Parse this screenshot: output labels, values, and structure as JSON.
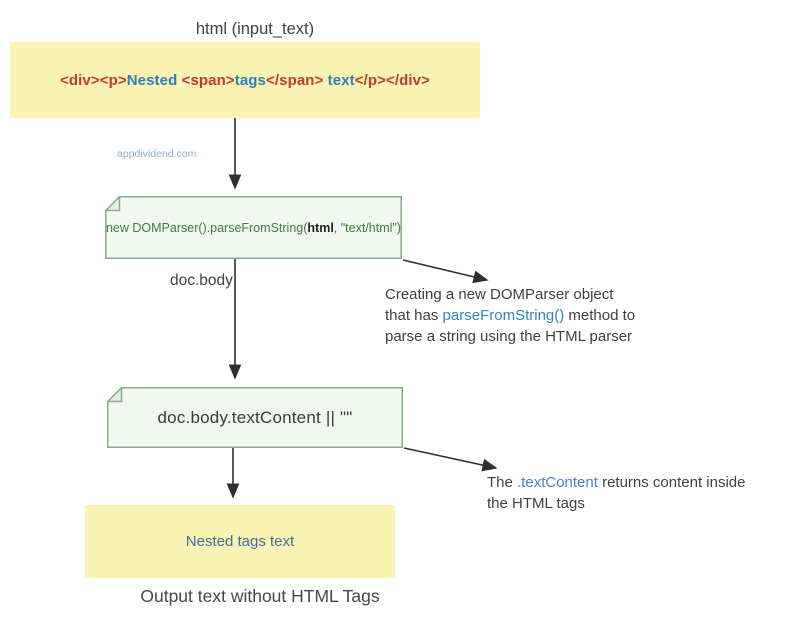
{
  "title": "html (input_text)",
  "watermark": "appdividend.com",
  "input_box": {
    "code_segments": [
      {
        "text": "<div><p>",
        "role": "tag"
      },
      {
        "text": "Nested ",
        "role": "text"
      },
      {
        "text": "<span>",
        "role": "tag"
      },
      {
        "text": "tags",
        "role": "text"
      },
      {
        "text": "</span>",
        "role": "tag"
      },
      {
        "text": " text",
        "role": "text"
      },
      {
        "text": "</p></div>",
        "role": "tag"
      }
    ]
  },
  "parser_note": {
    "code_pre": "new DOMParser().parseFromString(",
    "code_arg": "html",
    "code_post": ", \"text/html\")"
  },
  "doc_body_label": "doc.body",
  "parser_annotation": {
    "line1": "Creating a new DOMParser object",
    "line2_pre": "that has ",
    "line2_link": "parseFromString()",
    "line2_post": " method to",
    "line3": "parse a string using the HTML parser"
  },
  "textcontent_note": {
    "code": "doc.body.textContent || \"\""
  },
  "textcontent_annotation": {
    "line1_pre": "The ",
    "line1_link": ".textContent",
    "line1_post": " returns content inside",
    "line2": "the HTML tags"
  },
  "output_box": {
    "label": "Nested tags text"
  },
  "output_caption": "Output text without HTML Tags",
  "colors": {
    "yellow": "#FAF3B3",
    "note-fill": "#F1F8EF",
    "note-stroke": "#89AC89",
    "fold-fill": "#E3F0DF",
    "tag-red": "#C13B2F",
    "code-blue": "#2E7FB9",
    "code-green": "#3E7C3E",
    "ink": "#3F3F3F",
    "link-blue": "#2E86C1",
    "ref-blue": "#4E7CBF",
    "output-blue": "#3A6EA5",
    "watermark-blue": "#8CB0CE",
    "arrow": "#2F2F2F"
  }
}
